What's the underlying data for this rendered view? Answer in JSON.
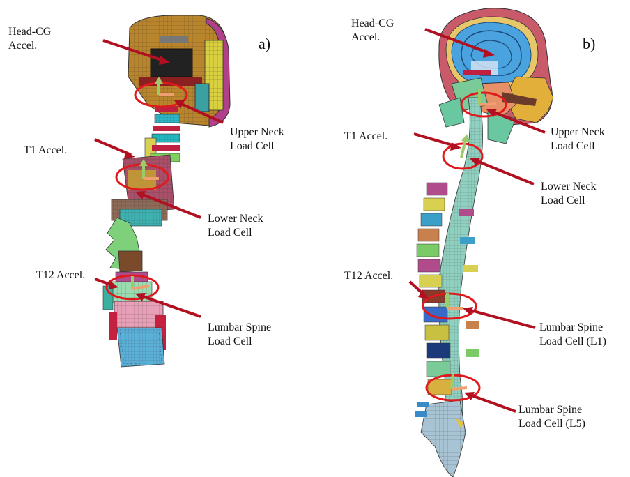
{
  "panel_a": {
    "tag": "a)",
    "labels": {
      "head_cg": [
        "Head-CG",
        "Accel."
      ],
      "t1": [
        "T1 Accel."
      ],
      "upper_neck": [
        "Upper Neck",
        "Load Cell"
      ],
      "lower_neck": [
        "Lower Neck",
        "Load Cell"
      ],
      "t12": [
        "T12 Accel."
      ],
      "lumbar": [
        "Lumbar  Spine",
        "Load Cell"
      ]
    }
  },
  "panel_b": {
    "tag": "b)",
    "labels": {
      "head_cg": [
        "Head-CG",
        "Accel."
      ],
      "t1": [
        "T1 Accel."
      ],
      "upper_neck": [
        "Upper Neck",
        "Load Cell"
      ],
      "lower_neck": [
        "Lower Neck",
        "Load Cell"
      ],
      "t12": [
        "T12 Accel."
      ],
      "lumbar_l1": [
        "Lumbar Spine",
        "Load Cell (L1)"
      ],
      "lumbar_l5": [
        "Lumbar Spine",
        "Load Cell (L5)"
      ]
    }
  },
  "colors": {
    "arrow": "#b01020",
    "ellipse": "#e0191d",
    "vector_green": "#9ccb6a",
    "vector_orange": "#f0a070"
  }
}
